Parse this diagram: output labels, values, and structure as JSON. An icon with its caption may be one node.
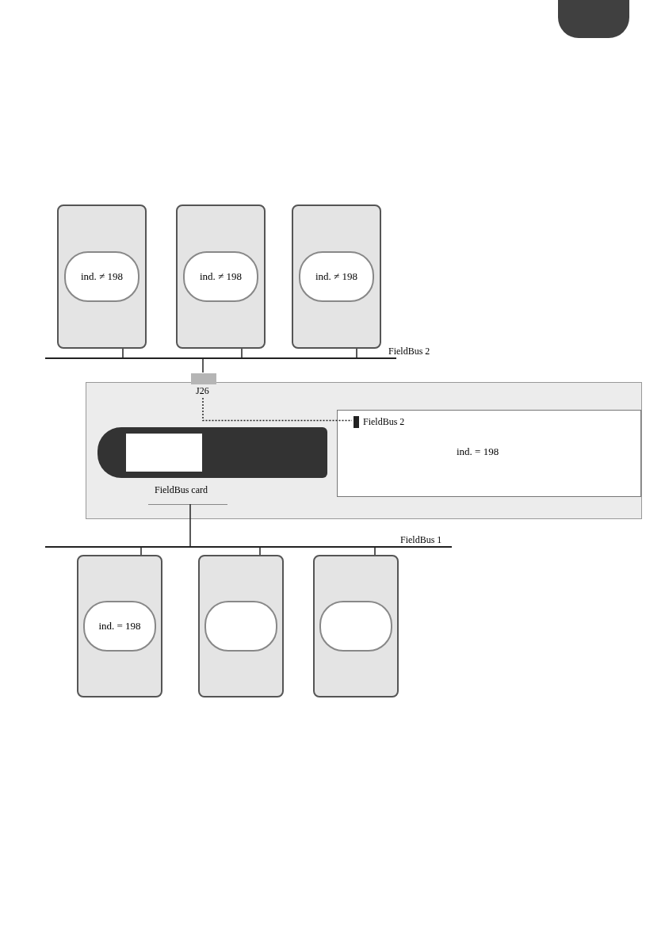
{
  "diagram": {
    "nodes": [
      {
        "text": [
          "ind. ≠ 198"
        ]
      },
      {
        "text": [
          "ind. ≠ 198"
        ]
      },
      {
        "text": [
          "ind. ≠ 198"
        ]
      },
      {
        "text": [],
        "shape": "bar",
        "beside": [
          "FieldBus 2"
        ]
      },
      {
        "text": [],
        "shape": "box"
      },
      {
        "text": [
          "J26"
        ],
        "in": 4
      },
      {
        "text": [
          "FieldBus card"
        ],
        "in": 4
      },
      {
        "text": [
          "ind. = 198"
        ],
        "in": 4
      },
      {
        "text": [],
        "shape": "bar",
        "in": 7,
        "beside": [
          "FieldBus 2"
        ]
      },
      {
        "text": [],
        "shape": "bar",
        "beside": [
          "FieldBus 1"
        ]
      },
      {
        "text": [
          "ind. = 198"
        ]
      },
      {
        "text": [],
        "shape": "box"
      },
      {
        "text": [],
        "shape": "box"
      }
    ],
    "edges": [
      {
        "from": 0,
        "to": 3,
        "arrow": "none"
      },
      {
        "from": 1,
        "to": 3,
        "arrow": "none"
      },
      {
        "from": 2,
        "to": 3,
        "arrow": "none"
      },
      {
        "from": 3,
        "to": 5,
        "arrow": "none"
      },
      {
        "from": 5,
        "to": 8,
        "arrow": "none",
        "style": "dashed"
      },
      {
        "from": 6,
        "to": 9,
        "arrow": "none"
      },
      {
        "from": 9,
        "to": 10,
        "arrow": "none"
      },
      {
        "from": 9,
        "to": 11,
        "arrow": "none"
      },
      {
        "from": 9,
        "to": 12,
        "arrow": "none"
      }
    ]
  }
}
